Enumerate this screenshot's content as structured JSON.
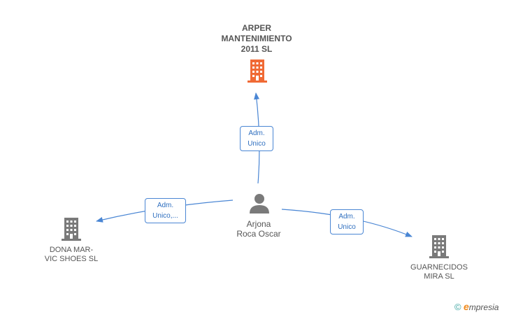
{
  "colors": {
    "edge": "#4a86d4",
    "main_company": "#f06a35",
    "company": "#7a7a7a",
    "person": "#7a7a7a"
  },
  "nodes": {
    "main": {
      "lines": [
        "ARPER",
        "MANTENIMIENTO",
        "2011 SL"
      ],
      "icon": "building-icon"
    },
    "person": {
      "lines": [
        "Arjona",
        "Roca Oscar"
      ],
      "icon": "person-icon"
    },
    "left": {
      "lines": [
        "DONA MAR-",
        "VIC SHOES SL"
      ],
      "icon": "building-icon"
    },
    "right": {
      "lines": [
        "GUARNECIDOS",
        "MIRA SL"
      ],
      "icon": "building-icon"
    }
  },
  "edges": {
    "top": [
      "Adm.",
      "Unico"
    ],
    "left": [
      "Adm.",
      "Unico,..."
    ],
    "right": [
      "Adm.",
      "Unico"
    ]
  },
  "brand": {
    "copyright": "©",
    "e": "e",
    "rest": "mpresia"
  }
}
